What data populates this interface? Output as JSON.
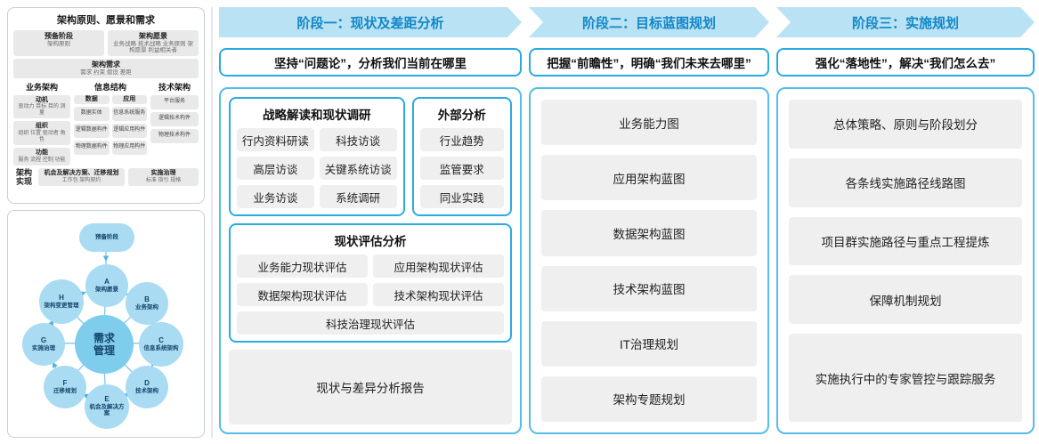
{
  "colors": {
    "accent_blue": "#29ABE2",
    "arrow_bg": "#B9E2F5",
    "arrow_text": "#1287C7",
    "box_gray": "#EFEFEF",
    "node_blue": "#A9DBF2",
    "center_node_blue": "#7FCDED"
  },
  "left_panel": {
    "framework": {
      "title": "架构原则、愿景和需求",
      "prep_phase": {
        "title": "预备阶段",
        "sub": "架构原则"
      },
      "vision": {
        "title": "架构愿景",
        "sub": "业务战略 技术战略 业务原则 架构愿景 利益相关者"
      },
      "requirements": {
        "title": "架构需求",
        "sub": "需求 约束 假设 差距"
      },
      "business_arch": {
        "title": "业务架构",
        "groups": [
          {
            "title": "动机",
            "sub": "驱动力 目标 目的 测量"
          },
          {
            "title": "组织",
            "sub": "组织 位置 驱动者 角色"
          },
          {
            "title": "功能",
            "sub": "服务 流程 控制 功能"
          }
        ]
      },
      "info_struct": {
        "title": "信息结构",
        "data_col": {
          "title": "数据",
          "items": [
            "数据实体",
            "逻辑数据构件",
            "物理数据构件"
          ]
        },
        "app_col": {
          "title": "应用",
          "items": [
            "信息系统服务",
            "逻辑应用构件",
            "物理应用构件"
          ]
        }
      },
      "tech_arch": {
        "title": "技术架构",
        "items": [
          "平台服务",
          "逻辑技术构件",
          "物理技术构件"
        ]
      },
      "implementation": {
        "title": "架构实现",
        "opportunity": {
          "title": "机会及解决方案、迁移规划",
          "sub": "工作包 架构契约"
        },
        "governance": {
          "title": "实施治理",
          "sub": "标准 指引 规格"
        }
      }
    },
    "adm_cycle": {
      "center": "需求管理",
      "nodes": [
        {
          "letter": "",
          "name": "预备阶段"
        },
        {
          "letter": "A",
          "name": "架构愿景"
        },
        {
          "letter": "B",
          "name": "业务架构"
        },
        {
          "letter": "C",
          "name": "信息系统架构"
        },
        {
          "letter": "D",
          "name": "技术架构"
        },
        {
          "letter": "E",
          "name": "机会及解决方案"
        },
        {
          "letter": "F",
          "name": "迁移规划"
        },
        {
          "letter": "G",
          "name": "实施治理"
        },
        {
          "letter": "H",
          "name": "架构变更管理"
        }
      ]
    }
  },
  "phases": [
    {
      "header": "阶段一：现状及差距分析",
      "subtitle": "坚持“问题论”，分析我们当前在哪里"
    },
    {
      "header": "阶段二：目标蓝图规划",
      "subtitle": "把握“前瞻性”，明确“我们未来去哪里”"
    },
    {
      "header": "阶段三：实施规划",
      "subtitle": "强化“落地性”，解决“我们怎么去”"
    }
  ],
  "phase1": {
    "strategy": {
      "title": "战略解读和现状调研",
      "items": [
        "行内资料研读",
        "科技访谈",
        "高层访谈",
        "关键系统访谈",
        "业务访谈",
        "系统调研"
      ]
    },
    "external": {
      "title": "外部分析",
      "items": [
        "行业趋势",
        "监管要求",
        "同业实践"
      ]
    },
    "assessment": {
      "title": "现状评估分析",
      "items": [
        "业务能力现状评估",
        "应用架构现状评估",
        "数据架构现状评估",
        "技术架构现状评估",
        "科技治理现状评估"
      ]
    },
    "report": "现状与差异分析报告"
  },
  "phase2": {
    "items": [
      "业务能力图",
      "应用架构蓝图",
      "数据架构蓝图",
      "技术架构蓝图",
      "IT治理规划",
      "架构专题规划"
    ]
  },
  "phase3": {
    "items": [
      "总体策略、原则与阶段划分",
      "各条线实施路径线路图",
      "项目群实施路径与重点工程提炼",
      "保障机制规划",
      "实施执行中的专家管控与跟踪服务"
    ]
  }
}
